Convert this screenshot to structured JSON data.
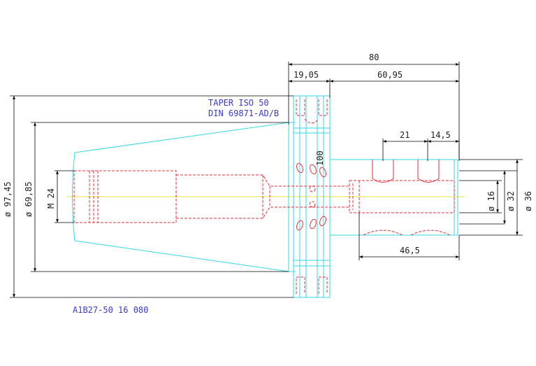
{
  "notes": {
    "taper": "TAPER ISO 50",
    "din": "DIN 69871-AD/B",
    "part": "A1B27-50 16 080"
  },
  "dimensions": {
    "total_length": "80",
    "flange_length": "19,05",
    "projection_length": "60,95",
    "pitch_21": "21",
    "pitch_14_5": "14,5",
    "clamp_length": "46,5",
    "dia_97_45": "ø 97,45",
    "dia_69_85": "ø 69,85",
    "thread": "M 24",
    "dia_16": "ø 16",
    "dia_32": "ø 32",
    "dia_36": "ø 36",
    "flange_dia": "100"
  },
  "colors": {
    "body": "#33d6e6",
    "hidden": "#e0323a",
    "axis": "#e6e23a",
    "text": "#3a3ad0"
  }
}
